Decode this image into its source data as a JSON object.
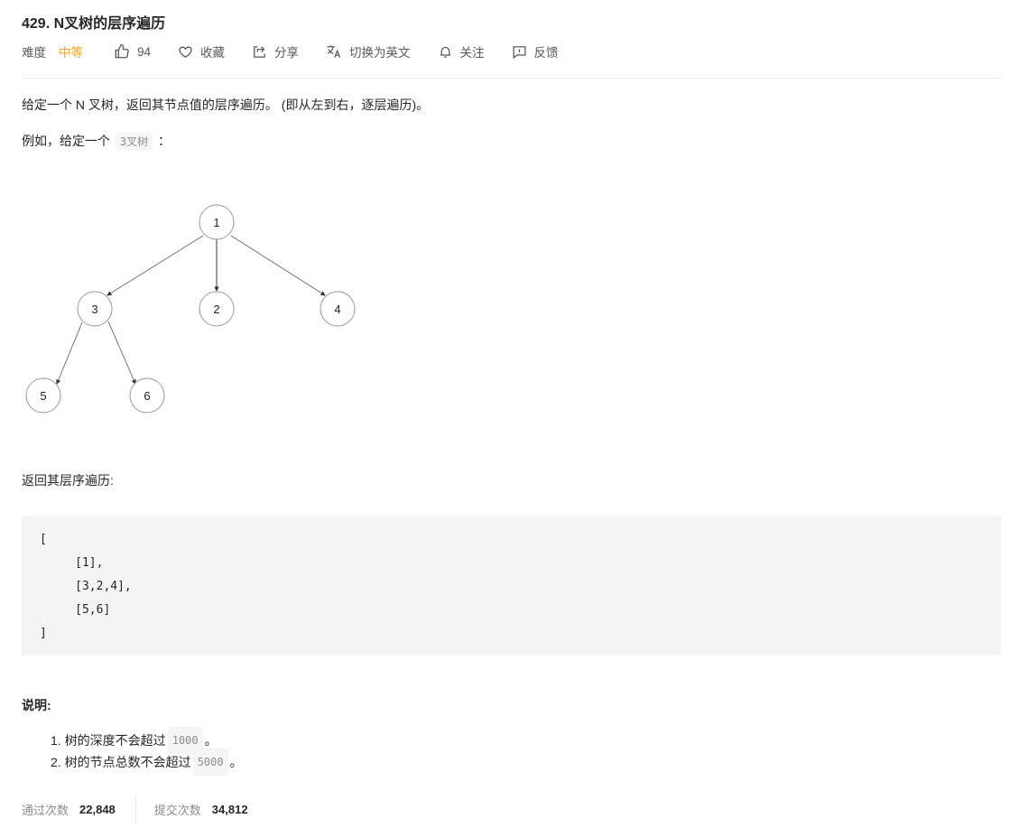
{
  "problem": {
    "title": "429. N叉树的层序遍历",
    "meta": {
      "difficulty_label": "难度",
      "difficulty_value": "中等",
      "difficulty_color": "#ffa116",
      "likes": "94",
      "favorite_label": "收藏",
      "share_label": "分享",
      "translate_label": "切换为英文",
      "follow_label": "关注",
      "feedback_label": "反馈"
    },
    "description": {
      "p1": "给定一个 N 叉树，返回其节点值的层序遍历。 (即从左到右，逐层遍历)。",
      "p2_prefix": "例如，给定一个",
      "p2_code": "3叉树",
      "p2_suffix": "：",
      "p3": "返回其层序遍历:"
    },
    "tree": {
      "nodes": [
        {
          "id": "1",
          "label": "1"
        },
        {
          "id": "3",
          "label": "3"
        },
        {
          "id": "2",
          "label": "2"
        },
        {
          "id": "4",
          "label": "4"
        },
        {
          "id": "5",
          "label": "5"
        },
        {
          "id": "6",
          "label": "6"
        }
      ]
    },
    "example_output": "[\n     [1],\n     [3,2,4],\n     [5,6]\n]",
    "notes": {
      "title": "说明:",
      "items": [
        {
          "num": "1.",
          "text": "树的深度不会超过",
          "code": "1000",
          "end": "。"
        },
        {
          "num": "2.",
          "text": "树的节点总数不会超过",
          "code": "5000",
          "end": "。"
        }
      ]
    },
    "stats": {
      "accepted_label": "通过次数",
      "accepted_value": "22,848",
      "submissions_label": "提交次数",
      "submissions_value": "34,812"
    }
  }
}
